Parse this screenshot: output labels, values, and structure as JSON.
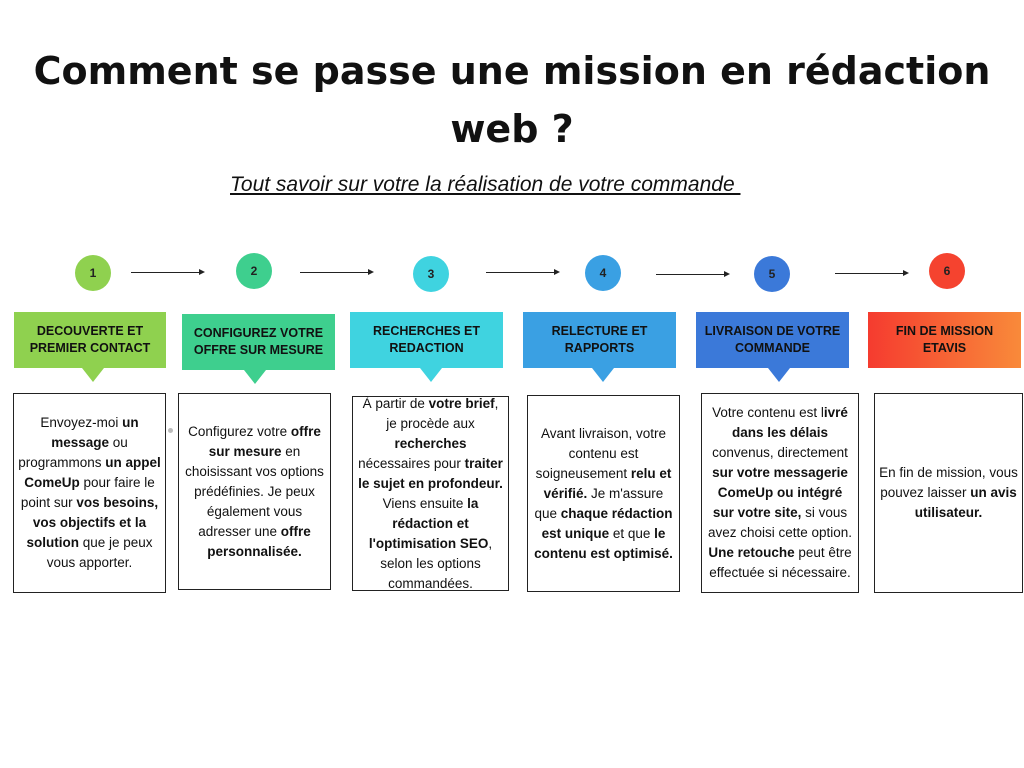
{
  "title": "Comment se passe une mission en rédaction web ?",
  "subtitle": "Tout savoir sur votre la réalisation de votre commande ",
  "steps": [
    {
      "number": "1",
      "color": "#8fd14f",
      "header": "DECOUVERTE ET PREMIER CONTACT",
      "card": [
        {
          "t": "Envoyez-moi "
        },
        {
          "t": "un message",
          "b": true
        },
        {
          "t": " ou programmons "
        },
        {
          "t": "un appel ComeUp",
          "b": true
        },
        {
          "t": " pour faire le point sur "
        },
        {
          "t": "vos besoins, vos objectifs et la solution",
          "b": true
        },
        {
          "t": " que je peux vous apporter."
        }
      ]
    },
    {
      "number": "2",
      "color": "#3ecf8e",
      "header": "CONFIGUREZ VOTRE OFFRE SUR MESURE",
      "card": [
        {
          "t": "Configurez votre "
        },
        {
          "t": "offre sur mesure",
          "b": true
        },
        {
          "t": " en choisissant vos options prédéfinies. Je peux également vous adresser une "
        },
        {
          "t": "offre personnalisée.",
          "b": true
        }
      ]
    },
    {
      "number": "3",
      "color": "#3fd3e0",
      "header": "RECHERCHES ET REDACTION",
      "card": [
        {
          "t": "À partir de "
        },
        {
          "t": "votre brief",
          "b": true
        },
        {
          "t": ", je procède aux "
        },
        {
          "t": "recherches",
          "b": true
        },
        {
          "t": " nécessaires pour "
        },
        {
          "t": "traiter le sujet en profondeur.",
          "b": true
        },
        {
          "t": " Viens ensuite "
        },
        {
          "t": "la rédaction et l'optimisation SEO",
          "b": true
        },
        {
          "t": ", selon les options commandées."
        }
      ]
    },
    {
      "number": "4",
      "color": "#3aa0e3",
      "header": "RELECTURE ET RAPPORTS",
      "card": [
        {
          "t": "Avant livraison, votre contenu est soigneusement "
        },
        {
          "t": "relu et vérifié.",
          "b": true
        },
        {
          "t": " Je m'assure que "
        },
        {
          "t": "chaque rédaction est unique",
          "b": true
        },
        {
          "t": " et que "
        },
        {
          "t": "le contenu est optimisé.",
          "b": true
        }
      ]
    },
    {
      "number": "5",
      "color": "#3b79d9",
      "header": "LIVRAISON DE VOTRE COMMANDE",
      "card": [
        {
          "t": "Votre contenu est l"
        },
        {
          "t": "ivré dans les délais",
          "b": true
        },
        {
          "t": " convenus, directement "
        },
        {
          "t": "sur votre messagerie ComeUp ou intégré sur votre site,",
          "b": true
        },
        {
          "t": " si vous avez choisi cette option. "
        },
        {
          "t": "Une retouche",
          "b": true
        },
        {
          "t": " peut être effectuée si nécessaire."
        }
      ]
    },
    {
      "number": "6",
      "color": "#f5432f",
      "header": "FIN DE MISSION ETAVIS",
      "card": [
        {
          "t": "En fin de mission, vous pouvez laisser "
        },
        {
          "t": "un avis utilisateur.",
          "b": true
        }
      ]
    }
  ]
}
